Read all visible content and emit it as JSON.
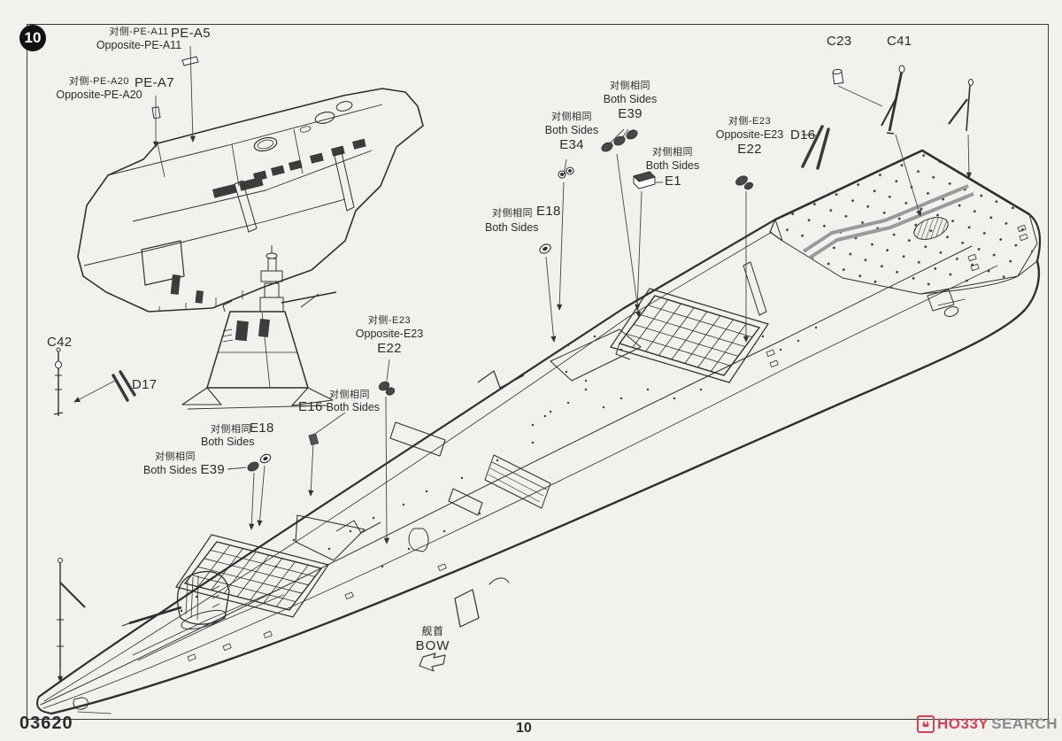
{
  "page": {
    "step_number": "10",
    "kit_number": "03620",
    "page_number": "10"
  },
  "bow_marker": {
    "cn": "舰首",
    "en": "BOW"
  },
  "watermark": {
    "brand_red": "HO33Y",
    "brand_gray": "SEARCH"
  },
  "colors": {
    "ink": "#2f2f2f",
    "paper": "#f2f1ee",
    "logo_red": "#cf4455",
    "logo_gray": "#8b8b8b"
  },
  "labels": {
    "pe_a11": {
      "cn": "对侧-PE-A11",
      "en": "Opposite-PE-A11"
    },
    "pe_a5": {
      "part": "PE-A5"
    },
    "pe_a20": {
      "cn": "对侧-PE-A20",
      "en": "Opposite-PE-A20"
    },
    "pe_a7": {
      "part": "PE-A7"
    },
    "e34": {
      "cn": "对侧相同",
      "en": "Both Sides",
      "part": "E34"
    },
    "e39_top": {
      "cn": "对侧相同",
      "en": "Both Sides",
      "part": "E39"
    },
    "e1": {
      "cn": "对侧相同",
      "en": "Both Sides",
      "part": "E1"
    },
    "e22_right": {
      "cn": "对侧-E23",
      "en": "Opposite-E23",
      "part": "E22"
    },
    "d16": {
      "part": "D16"
    },
    "c23": {
      "part": "C23"
    },
    "c41": {
      "part": "C41"
    },
    "e18_top": {
      "cn": "对侧相同",
      "en": "Both Sides",
      "part": "E18"
    },
    "e22_center": {
      "cn": "对侧-E23",
      "en": "Opposite-E23",
      "part": "E22"
    },
    "e16": {
      "cn": "对侧相同",
      "en": "Both Sides",
      "part": "E16"
    },
    "e18_lower": {
      "cn": "对侧相同",
      "en": "Both Sides",
      "part": "E18"
    },
    "e39_lower": {
      "cn": "对侧相同",
      "en": "Both Sides",
      "part": "E39"
    },
    "c42": {
      "part": "C42"
    },
    "d17": {
      "part": "D17"
    }
  }
}
